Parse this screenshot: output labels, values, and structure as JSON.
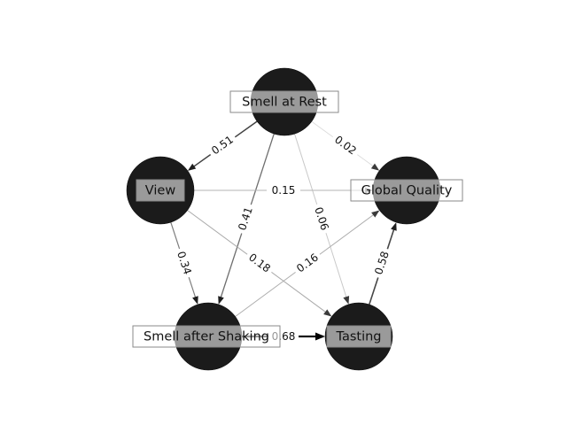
{
  "figure": {
    "type": "network-path-diagram",
    "background": "#ffffff"
  },
  "colors": {
    "node_fill": "#1b1b1b",
    "node_box_border": "#8a8a8a",
    "edge_strong": "#141414",
    "edge_weak": "#dcdcdc",
    "label_text": "#111111"
  },
  "nodes": [
    {
      "id": "smell_at_rest",
      "label": "Smell at Rest"
    },
    {
      "id": "view",
      "label": "View"
    },
    {
      "id": "global_quality",
      "label": "Global Quality"
    },
    {
      "id": "smell_after_shaking",
      "label": "Smell after Shaking"
    },
    {
      "id": "tasting",
      "label": "Tasting"
    }
  ],
  "edges": [
    {
      "from": "Smell at Rest",
      "to": "View",
      "weight": "0.51"
    },
    {
      "from": "Smell at Rest",
      "to": "Global Quality",
      "weight": "0.02"
    },
    {
      "from": "Smell at Rest",
      "to": "Smell after Shaking",
      "weight": "0.41"
    },
    {
      "from": "Smell at Rest",
      "to": "Tasting",
      "weight": "0.06"
    },
    {
      "from": "View",
      "to": "Global Quality",
      "weight": "0.15"
    },
    {
      "from": "View",
      "to": "Smell after Shaking",
      "weight": "0.34"
    },
    {
      "from": "View",
      "to": "Tasting",
      "weight": "0.18"
    },
    {
      "from": "Smell after Shaking",
      "to": "Global Quality",
      "weight": "0.16"
    },
    {
      "from": "Smell after Shaking",
      "to": "Tasting",
      "weight": "0.68"
    },
    {
      "from": "Tasting",
      "to": "Global Quality",
      "weight": "0.58"
    }
  ]
}
